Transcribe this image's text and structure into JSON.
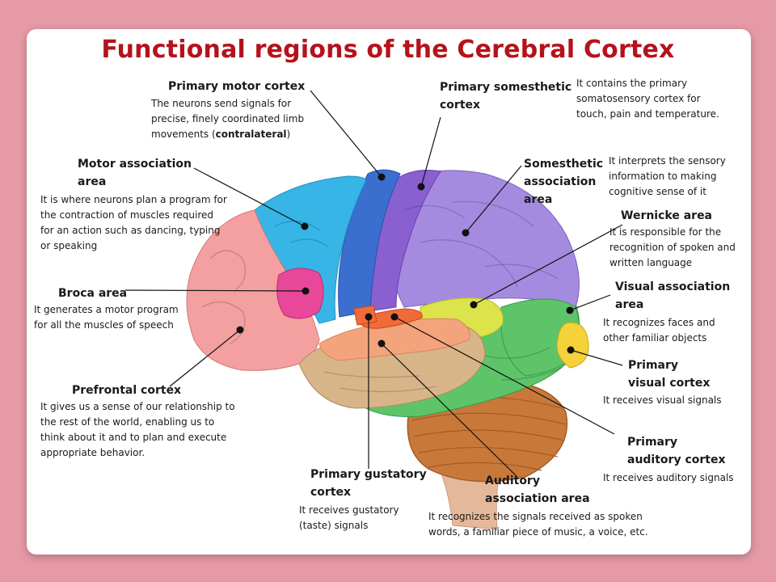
{
  "title": "Functional regions of the Cerebral Cortex",
  "regions": {
    "primary_motor": {
      "name": "Primary motor cortex",
      "desc_a": "The neurons send signals for precise, finely coordinated limb movements (",
      "desc_bold": "contralateral",
      "desc_b": ")"
    },
    "primary_somesthetic": {
      "name_1": "Primary somesthetic",
      "name_2": "cortex",
      "desc": "It contains the primary somatosensory cortex for touch, pain and temperature."
    },
    "motor_association": {
      "name_1": "Motor association",
      "name_2": "area",
      "desc": "It is where neurons plan a program for the contraction of muscles required for an action such as dancing, typing or speaking"
    },
    "somesthetic_association": {
      "name_1": "Somesthetic",
      "name_2": "association",
      "name_3": "area",
      "desc": "It interprets the sensory information to making cognitive sense of it"
    },
    "wernicke": {
      "name": "Wernicke area",
      "desc": "It is responsible for the recognition of spoken and written language"
    },
    "broca": {
      "name": "Broca area",
      "desc": "It generates a motor program for all the muscles of speech"
    },
    "visual_association": {
      "name_1": "Visual association",
      "name_2": "area",
      "desc": "It recognizes faces and other familiar objects"
    },
    "prefrontal": {
      "name": "Prefrontal cortex",
      "desc": "It gives us a sense of our relationship to the rest of the world, enabling us to think about it and to plan and execute appropriate behavior."
    },
    "primary_visual": {
      "name_1": "Primary",
      "name_2": "visual cortex",
      "desc": "It receives visual signals"
    },
    "primary_auditory": {
      "name_1": "Primary",
      "name_2": "auditory cortex",
      "desc": "It receives auditory signals"
    },
    "primary_gustatory": {
      "name_1": "Primary gustatory",
      "name_2": "cortex",
      "desc": "It receives gustatory (taste) signals"
    },
    "auditory_association": {
      "name_1": "Auditory",
      "name_2": "association area",
      "desc": "It recognizes the signals received as spoken words, a familiar piece of music, a voice, etc."
    }
  },
  "colors": {
    "background": "#e59aa5",
    "title": "#b5121b",
    "prefrontal": "#f4a0a0",
    "motor_association": "#36b5e6",
    "broca": "#e8489a",
    "primary_motor": "#3a6fd0",
    "primary_somesthetic": "#8a5fd0",
    "somesthetic_association": "#a48be0",
    "wernicke": "#dde34a",
    "visual_association": "#5ec46a",
    "primary_visual": "#f5d23a",
    "primary_auditory": "#f06a3a",
    "auditory_association": "#e0b080",
    "temporal": "#d8b588",
    "cerebellum": "#c8793a",
    "brainstem": "#e6b89a"
  }
}
